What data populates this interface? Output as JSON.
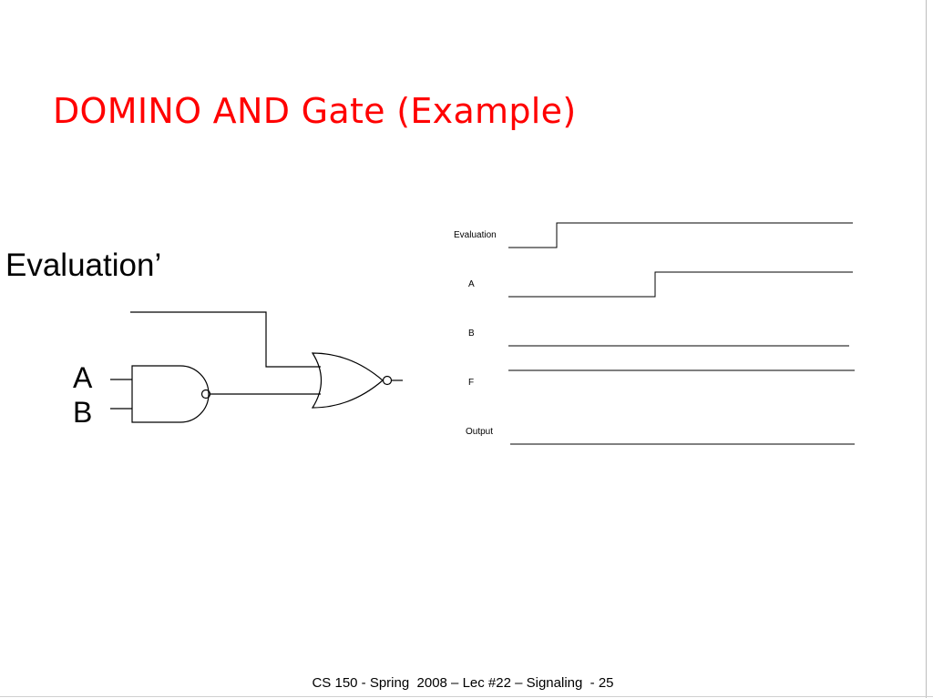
{
  "slide": {
    "title": "DOMINO AND Gate (Example)",
    "footer": "CS 150 - Spring  2008 – Lec #22 – Signaling  - 25"
  },
  "circuit": {
    "evaluation_label": "Evaluation’",
    "input_a": "A",
    "input_b": "B"
  },
  "timing": {
    "signals": [
      {
        "name": "Evaluation"
      },
      {
        "name": "A"
      },
      {
        "name": "B"
      },
      {
        "name": "F"
      },
      {
        "name": "Output"
      }
    ]
  },
  "colors": {
    "title": "#ff0000",
    "lines": "#000000"
  }
}
